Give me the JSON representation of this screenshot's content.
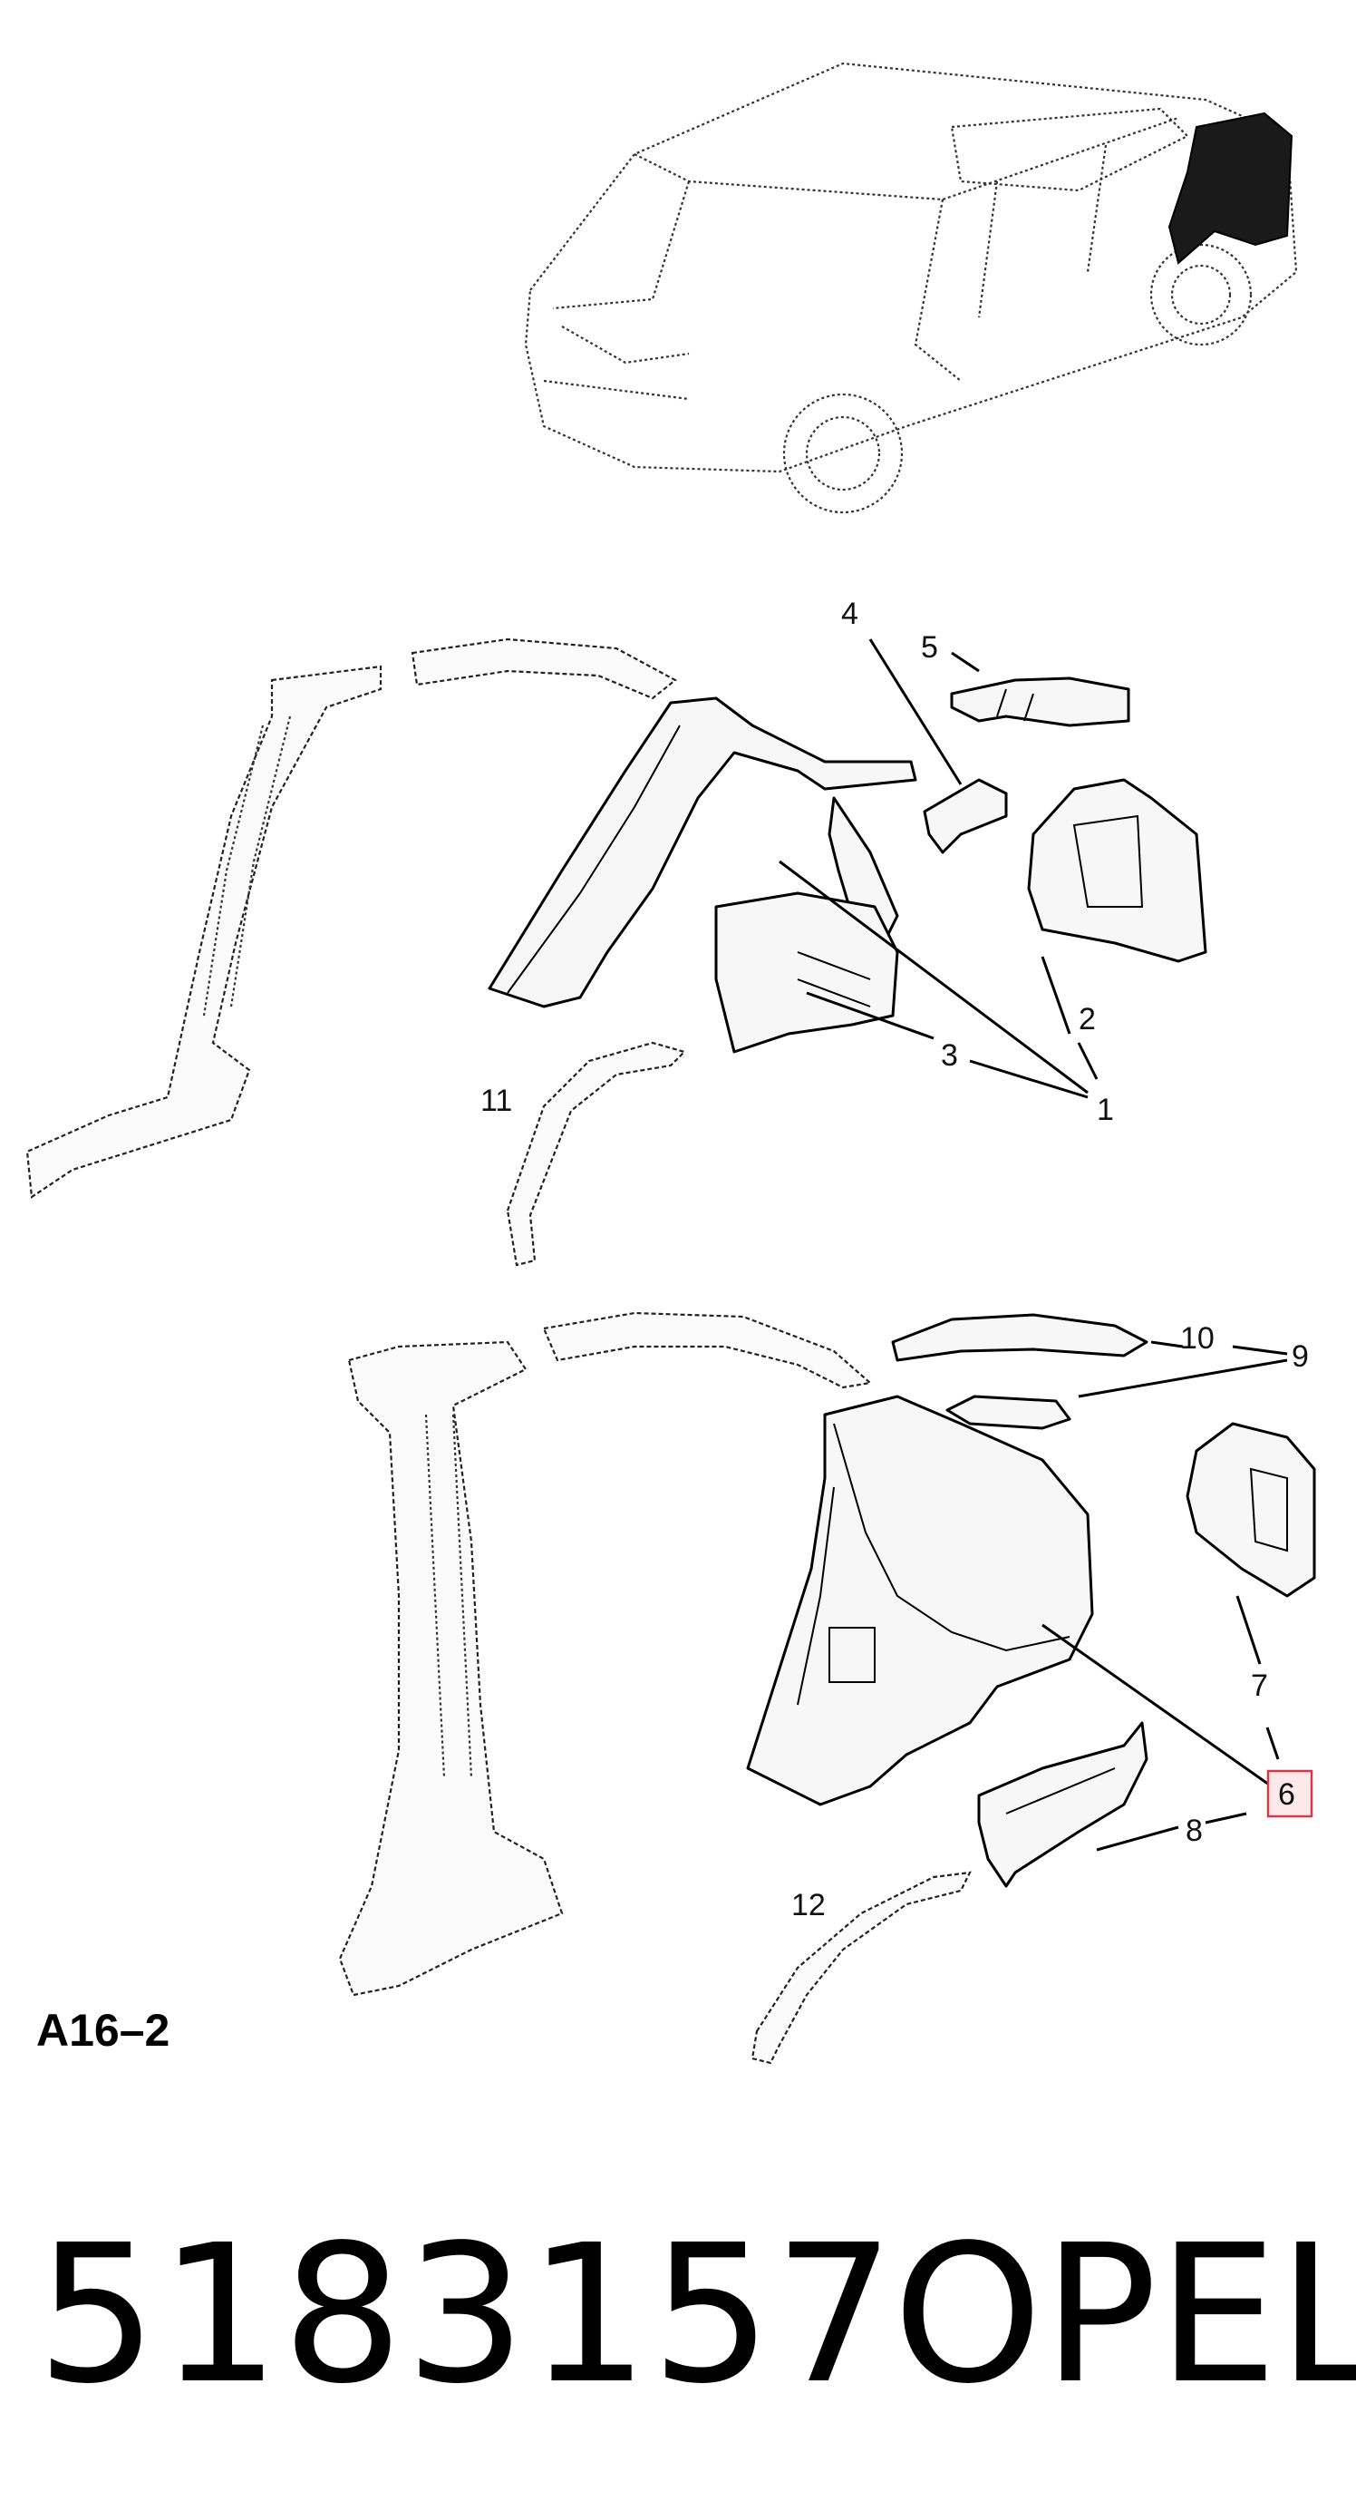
{
  "figure_id": "A16–2",
  "part_number": "5183157",
  "brand": "OPEL",
  "callouts": {
    "c1": "1",
    "c2": "2",
    "c3": "3",
    "c4": "4",
    "c5": "5",
    "c6": "6",
    "c7": "7",
    "c8": "8",
    "c9": "9",
    "c10": "10",
    "c11": "11",
    "c12": "12"
  },
  "highlighted_callout": "6",
  "colors": {
    "highlight_fill": "#fde9ea",
    "highlight_stroke": "#d63a4a"
  }
}
